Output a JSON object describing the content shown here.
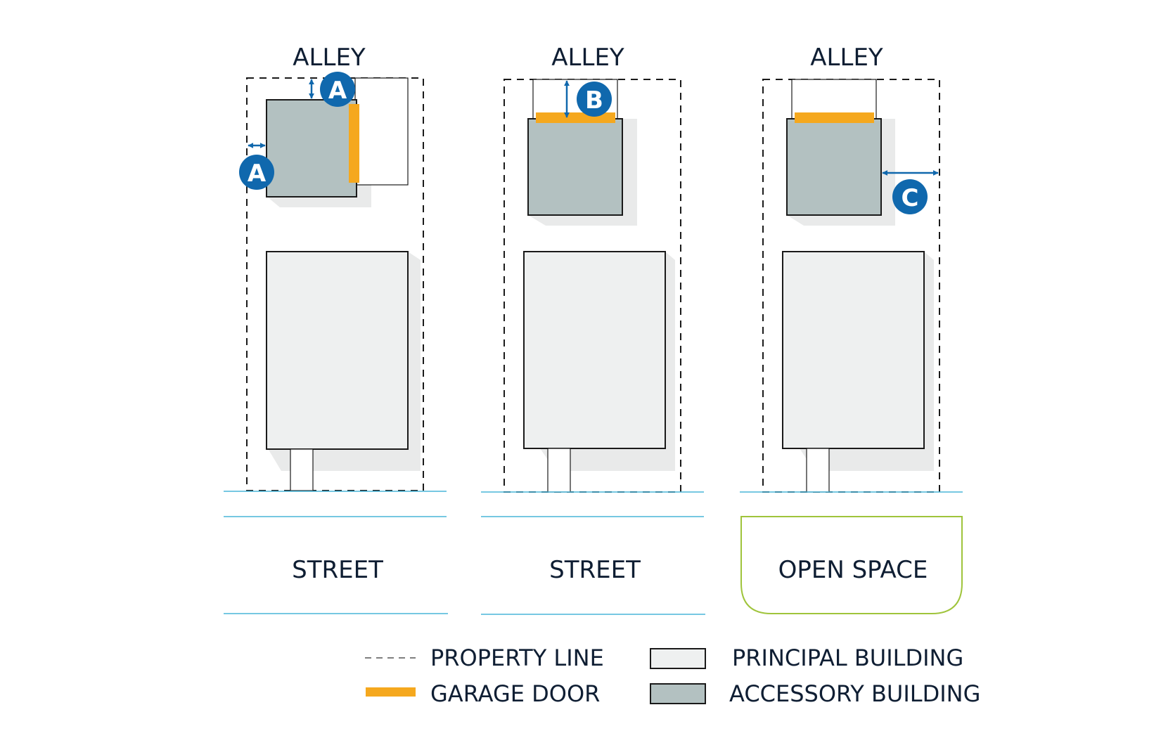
{
  "colors": {
    "text": "#0f1e33",
    "property_line": "#1a1a1a",
    "garage_door": "#f5a81e",
    "principal_fill": "#eef0f0",
    "accessory_fill": "#b3c1c1",
    "shadow": "#e9eaea",
    "street_line": "#49b6d9",
    "open_space_border": "#9fc43b",
    "badge": "#1068ad",
    "arrow": "#1068ad"
  },
  "panels": [
    {
      "top_label": "ALLEY",
      "bottom_label": "STREET",
      "badges": [
        "A",
        "A"
      ]
    },
    {
      "top_label": "ALLEY",
      "bottom_label": "STREET",
      "badges": [
        "B"
      ]
    },
    {
      "top_label": "ALLEY",
      "bottom_label": "OPEN SPACE",
      "badges": [
        "C"
      ]
    }
  ],
  "legend": {
    "property_line": "PROPERTY LINE",
    "garage_door": "GARAGE DOOR",
    "principal_building": "PRINCIPAL BUILDING",
    "accessory_building": "ACCESSORY BUILDING"
  }
}
